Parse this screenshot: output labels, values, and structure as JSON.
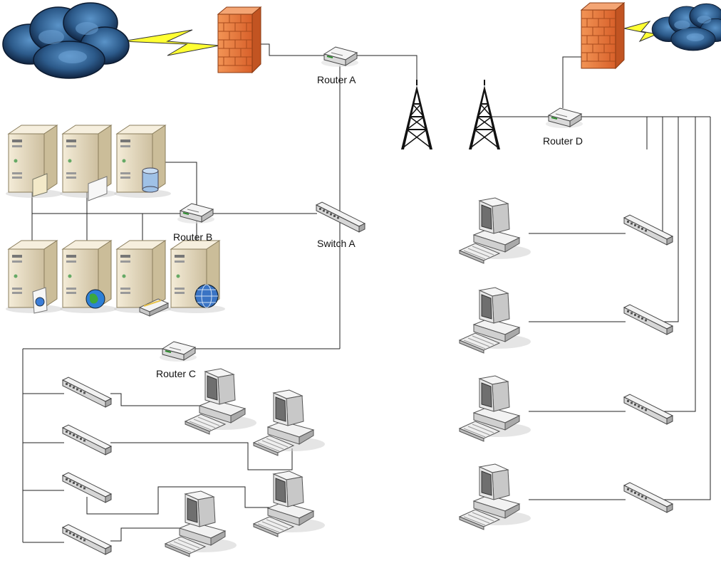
{
  "labels": {
    "router_a": "Router A",
    "router_b": "Router B",
    "router_c": "Router C",
    "router_d": "Router D",
    "switch_a": "Switch A"
  },
  "icons": {
    "cloud": "cloud-icon",
    "firewall": "firewall-icon",
    "lightning": "lightning-icon",
    "router": "router-icon",
    "switch": "switch-icon",
    "tower": "radio-tower-icon",
    "server": "server-icon",
    "workstation": "workstation-icon"
  },
  "colors": {
    "cloud_dark": "#1f3f66",
    "cloud_light": "#4f86bd",
    "firewall": "#e8733a",
    "lightning": "#ffff33",
    "server": "#e7dcc3",
    "line": "#222222"
  }
}
